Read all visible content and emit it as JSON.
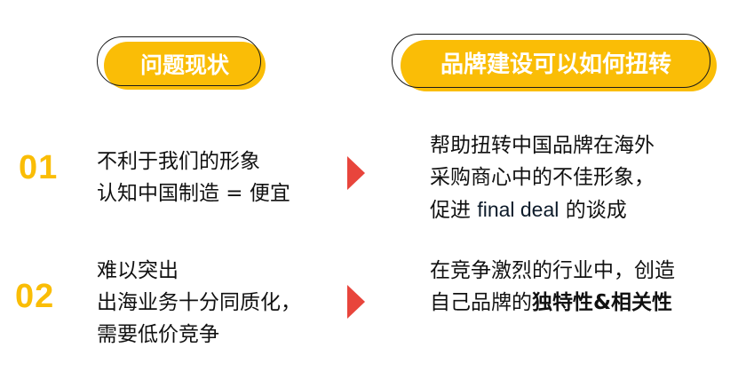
{
  "headers": {
    "left": "问题现状",
    "right": "品牌建设可以如何扭转"
  },
  "rows": [
    {
      "number": "01",
      "problem_lines": [
        "不利于我们的形象",
        "认知中国制造 = 便宜"
      ],
      "solution": {
        "line1": "帮助扭转中国品牌在海外",
        "line2": "采购商心中的不佳形象，",
        "line3_prefix": "促进 ",
        "line3_latin": "final deal",
        "line3_suffix": " 的谈成"
      }
    },
    {
      "number": "02",
      "problem_lines": [
        "难以突出",
        "出海业务十分同质化，",
        "需要低价竞争"
      ],
      "solution": {
        "line1": "在竞争激烈的行业中，创造",
        "line2_prefix": "自己品牌的",
        "line2_bold": "独特性&相关性"
      }
    }
  ],
  "icons": {
    "arrow": "triangle-right-icon"
  },
  "colors": {
    "accent_yellow": "#FABD06",
    "arrow_red": "#E8453C",
    "text": "#111111"
  }
}
